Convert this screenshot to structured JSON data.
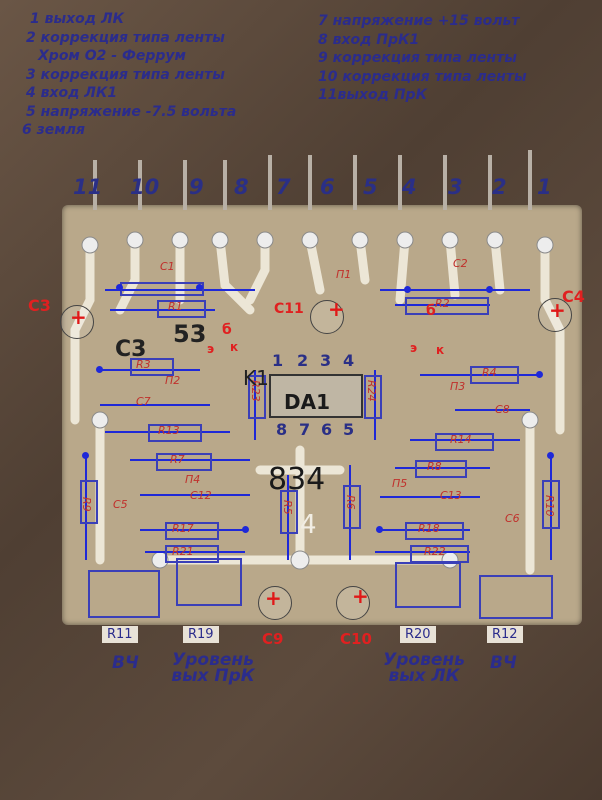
{
  "legend_left": [
    "1  выход ЛК",
    "2 коррекция типа ленты",
    "Хром О2 - Феррум",
    "3 коррекция типа ленты",
    "4 вход ЛК1",
    "5  напряжение -7.5 вольта",
    "6 земля"
  ],
  "legend_right": [
    "7 напряжение +15 вольт",
    "8 вход ПрК1",
    "9 коррекция типа ленты",
    "10 коррекция типа ленты",
    "11выход ПрК"
  ],
  "pins": [
    "11",
    "10",
    "9",
    "8",
    "7",
    "6",
    "5",
    "4",
    "3",
    "2",
    "1"
  ],
  "caps": {
    "c3": "C3",
    "c4": "C4",
    "c9": "C9",
    "c10": "C10",
    "c11": "C11"
  },
  "ic": {
    "label": "DA1",
    "pins_top": [
      "1",
      "2",
      "3",
      "4"
    ],
    "pins_bottom": [
      "8",
      "7",
      "6",
      "5"
    ],
    "marking": "834"
  },
  "parts_left": [
    "C1",
    "R1",
    "П1",
    "R3",
    "П2",
    "C7",
    "R13",
    "R7",
    "П4",
    "C5",
    "R9",
    "C12",
    "R17",
    "R21"
  ],
  "parts_right": [
    "C2",
    "R2",
    "П3",
    "R4",
    "C8",
    "R14",
    "R8",
    "П5",
    "C13",
    "C6",
    "R10",
    "R18",
    "R22"
  ],
  "misc": {
    "r23": "R23",
    "r24": "R24",
    "r5": "R5",
    "r6": "R6",
    "b_left": "б",
    "k_left": "к",
    "e_left": "э",
    "b_right": "б",
    "k_right": "к",
    "e_right": "э",
    "silk_c3": "C3",
    "silk_53": "53",
    "silk_k1": "K1",
    "silk_4": "4"
  },
  "bottom": {
    "r11": "R11",
    "r19": "R19",
    "r20": "R20",
    "r12": "R12",
    "vch_left": "ВЧ",
    "level_left": "Уровень вых ПрК",
    "level_right": "Уровень вых ЛК",
    "vch_right": "ВЧ"
  }
}
